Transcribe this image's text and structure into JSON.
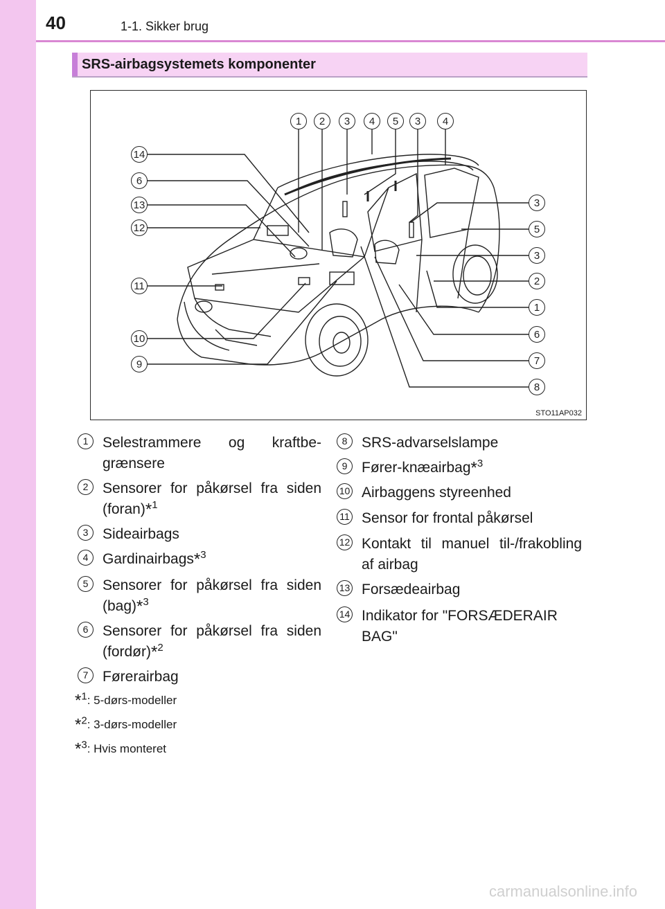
{
  "header": {
    "page_number": "40",
    "chapter": "1-1. Sikker brug"
  },
  "section": {
    "title": "SRS-airbagsystemets komponenter"
  },
  "figure": {
    "code": "STO11AP032",
    "callouts_top": [
      "1",
      "2",
      "3",
      "4",
      "5",
      "3",
      "4"
    ],
    "callouts_left": [
      "14",
      "6",
      "13",
      "12",
      "11",
      "10",
      "9"
    ],
    "callouts_right": [
      "3",
      "5",
      "3",
      "2",
      "1",
      "6",
      "7",
      "8"
    ]
  },
  "legend": {
    "left": [
      {
        "num": "1",
        "text": "Selestrammere og kraftbe-",
        "text2": "grænsere",
        "note": ""
      },
      {
        "num": "2",
        "text": "Sensorer for påkørsel fra siden",
        "text2": "(foran)",
        "note": "1"
      },
      {
        "num": "3",
        "text": "Sideairbags",
        "text2": "",
        "note": ""
      },
      {
        "num": "4",
        "text": "Gardinairbags",
        "text2": "",
        "note": "3"
      },
      {
        "num": "5",
        "text": "Sensorer for påkørsel fra siden",
        "text2": "(bag)",
        "note": "3"
      },
      {
        "num": "6",
        "text": "Sensorer for påkørsel fra siden",
        "text2": "(fordør)",
        "note": "2"
      },
      {
        "num": "7",
        "text": "Førerairbag",
        "text2": "",
        "note": ""
      }
    ],
    "right": [
      {
        "num": "8",
        "text": "SRS-advarselslampe",
        "text2": "",
        "note": ""
      },
      {
        "num": "9",
        "text": "Fører-knæairbag",
        "text2": "",
        "note": "3"
      },
      {
        "num": "10",
        "text": "Airbaggens styreenhed",
        "text2": "",
        "note": ""
      },
      {
        "num": "11",
        "text": "Sensor for frontal påkørsel",
        "text2": "",
        "note": ""
      },
      {
        "num": "12",
        "text": "Kontakt til manuel til-/frakobling",
        "text2": "af airbag",
        "note": ""
      },
      {
        "num": "13",
        "text": "Forsædeairbag",
        "text2": "",
        "note": ""
      },
      {
        "num": "14",
        "text": "Indikator for \"FORSÆDERAIR",
        "text2": "BAG\"",
        "note": ""
      }
    ]
  },
  "footnotes": [
    {
      "mark": "1",
      "text": ": 5-dørs-modeller"
    },
    {
      "mark": "2",
      "text": ": 3-dørs-modeller"
    },
    {
      "mark": "3",
      "text": ": Hvis monteret"
    }
  ],
  "watermark": "carmanualsonline.info",
  "colors": {
    "sidebar": "#f3c6ef",
    "section_bg": "#f7d3f4",
    "accent": "#c77fd8"
  }
}
